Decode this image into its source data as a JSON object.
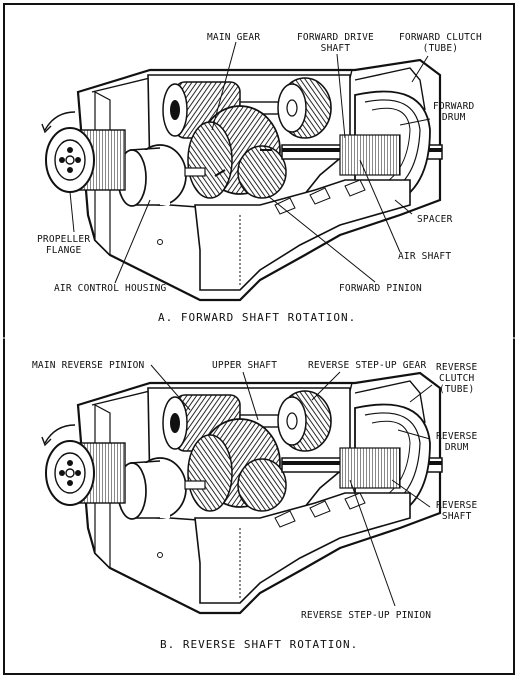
{
  "panel_a": {
    "labels": {
      "main_gear": "MAIN GEAR",
      "forward_drive_shaft": "FORWARD DRIVE\nSHAFT",
      "forward_clutch": "FORWARD CLUTCH\n(TUBE)",
      "forward_drum": "FORWARD\nDRUM",
      "propeller_flange": "PROPELLER\nFLANGE",
      "spacer": "SPACER",
      "air_shaft": "AIR SHAFT",
      "air_control_housing": "AIR CONTROL HOUSING",
      "forward_pinion": "FORWARD PINION"
    },
    "caption": "A. FORWARD SHAFT ROTATION."
  },
  "panel_b": {
    "labels": {
      "main_reverse_pinion": "MAIN REVERSE PINION",
      "upper_shaft": "UPPER SHAFT",
      "reverse_step_up_gear": "REVERSE STEP-UP GEAR",
      "reverse_clutch": "REVERSE\nCLUTCH\n(TUBE)",
      "reverse_drum": "REVERSE\nDRUM",
      "reverse_shaft": "REVERSE\nSHAFT",
      "reverse_step_up_pinion": "REVERSE STEP-UP PINION"
    },
    "caption": "B. REVERSE SHAFT ROTATION."
  },
  "colors": {
    "ink": "#111111",
    "paper": "#ffffff",
    "shade": "#2a2a2a"
  }
}
